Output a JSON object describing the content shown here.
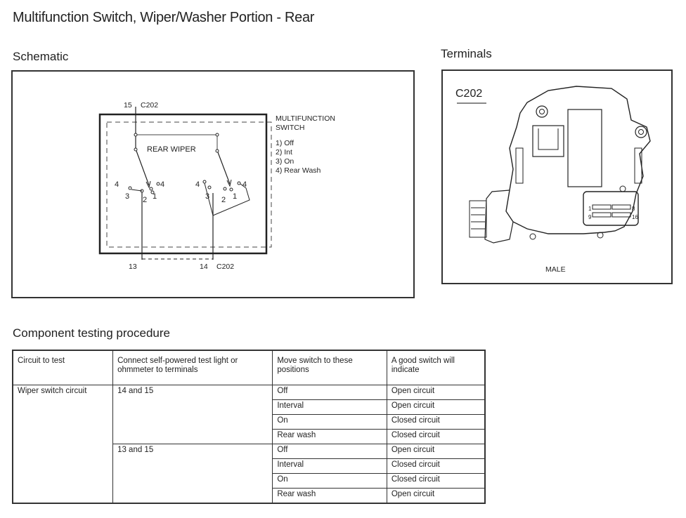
{
  "title": "Multifunction Switch, Wiper/Washer Portion - Rear",
  "schematic": {
    "heading": "Schematic",
    "top_pin": "15",
    "top_connector": "C202",
    "switch_label_line1": "MULTIFUNCTION",
    "switch_label_line2": "SWITCH",
    "positions": [
      "1) Off",
      "2) Int",
      "3) On",
      "4) Rear Wash"
    ],
    "wiper_label": "REAR WIPER",
    "left_nums": {
      "p4": "4",
      "p4b": "4",
      "p3": "3",
      "p2": "2",
      "p1": "1"
    },
    "right_nums": {
      "p4": "4",
      "p4b": "4",
      "p3": "3",
      "p2": "2",
      "p1": "1"
    },
    "bottom_left_pin": "13",
    "bottom_right_pin": "14",
    "bottom_connector": "C202"
  },
  "terminals": {
    "heading": "Terminals",
    "connector": "C202",
    "pin_labels": [
      "1",
      "8",
      "9",
      "16"
    ],
    "gender": "MALE"
  },
  "procedure": {
    "heading": "Component testing procedure",
    "columns": [
      "Circuit to test",
      "Connect self-powered test light or ohmmeter to terminals",
      "Move switch to these positions",
      "A good switch will indicate"
    ],
    "circuit": "Wiper switch circuit",
    "groups": [
      {
        "terminals": "14 and 15",
        "rows": [
          {
            "position": "Off",
            "result": "Open circuit"
          },
          {
            "position": "Interval",
            "result": "Open circuit"
          },
          {
            "position": "On",
            "result": "Closed circuit"
          },
          {
            "position": "Rear wash",
            "result": "Closed circuit"
          }
        ]
      },
      {
        "terminals": "13 and 15",
        "rows": [
          {
            "position": "Off",
            "result": "Open circuit"
          },
          {
            "position": "Interval",
            "result": "Closed circuit"
          },
          {
            "position": "On",
            "result": "Closed circuit"
          },
          {
            "position": "Rear wash",
            "result": "Open circuit"
          }
        ]
      }
    ]
  }
}
